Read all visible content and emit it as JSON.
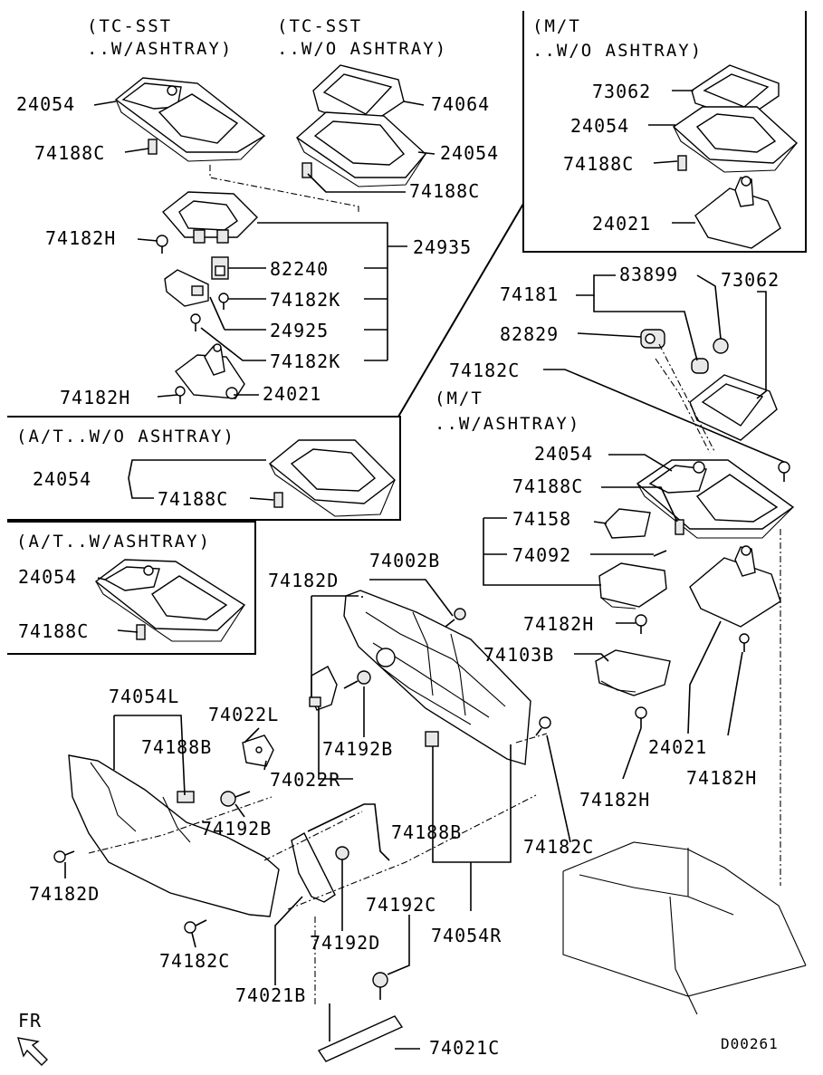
{
  "diagram": {
    "code": "D00261",
    "front_label": "FR",
    "groups": {
      "tc_sst_w_ashtray": "(TC-SST\n..W/ASHTRAY)",
      "tc_sst_wo_ashtray": "(TC-SST\n..W/O ASHTRAY)",
      "mt_wo_ashtray": "(M/T\n..W/O ASHTRAY)",
      "mt_w_ashtray": "(M/T\n..W/ASHTRAY)",
      "at_wo_ashtray": "(A/T..W/O ASHTRAY)",
      "at_w_ashtray": "(A/T..W/ASHTRAY)"
    },
    "header_lines": {
      "tc1a": "(TC-SST",
      "tc1b": "..W/ASHTRAY)",
      "tc2a": "(TC-SST",
      "tc2b": "..W/O ASHTRAY)",
      "mt1a": "(M/T",
      "mt1b": "..W/O ASHTRAY)",
      "mt2a": "(M/T",
      "mt2b": "..W/ASHTRAY)",
      "at1": "(A/T..W/O ASHTRAY)",
      "at2": "(A/T..W/ASHTRAY)"
    },
    "labels": {
      "p24054_a": "24054",
      "p74188c_a": "74188C",
      "p74064": "74064",
      "p24054_b": "24054",
      "p74188c_b": "74188C",
      "p74182h_a": "74182H",
      "p24935": "24935",
      "p82240": "82240",
      "p74182k_a": "74182K",
      "p24925": "24925",
      "p74182k_b": "74182K",
      "p74182h_b": "74182H",
      "p24021_a": "24021",
      "p73062_a": "73062",
      "p24054_c": "24054",
      "p74188c_c": "74188C",
      "p24021_b": "24021",
      "p74181": "74181",
      "p83899": "83899",
      "p73062_b": "73062",
      "p82829": "82829",
      "p74182c_a": "74182C",
      "p24054_d": "24054",
      "p74188c_d": "74188C",
      "p74158": "74158",
      "p74092": "74092",
      "p24054_e": "24054",
      "p74188c_e": "74188C",
      "p24054_f": "24054",
      "p74188c_f": "74188C",
      "p74002b": "74002B",
      "p74182d_a": "74182D",
      "p74182h_c": "74182H",
      "p74103b": "74103B",
      "p74054l": "74054L",
      "p74022l": "74022L",
      "p74188b_a": "74188B",
      "p74192b_a": "74192B",
      "p74022r": "74022R",
      "p74192b_b": "74192B",
      "p24021_c": "24021",
      "p74182h_d": "74182H",
      "p74182h_e": "74182H",
      "p74188b_b": "74188B",
      "p74182c_b": "74182C",
      "p74182d_b": "74182D",
      "p74192c": "74192C",
      "p74054r": "74054R",
      "p74182c_c": "74182C",
      "p74192d": "74192D",
      "p74021b": "74021B",
      "p74021c": "74021C"
    }
  }
}
